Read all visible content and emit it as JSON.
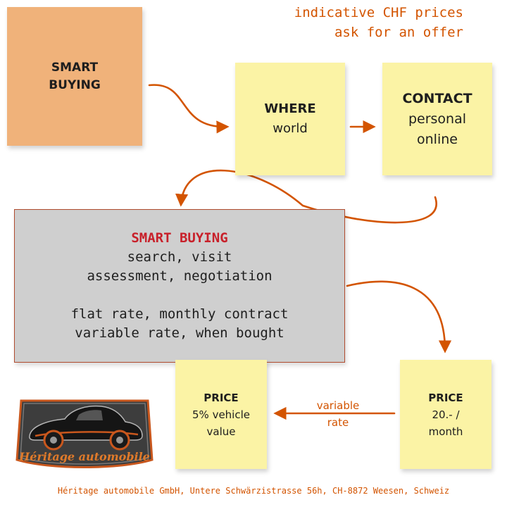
{
  "header": {
    "line1": "indicative CHF prices",
    "line2": "ask for an offer"
  },
  "nodes": {
    "smart_buying": {
      "title_line1": "SMART",
      "title_line2": "BUYING"
    },
    "where": {
      "title": "WHERE",
      "text": "world"
    },
    "contact": {
      "title": "CONTACT",
      "line1": "personal",
      "line2": "online"
    },
    "details": {
      "title": "SMART BUYING",
      "line1": "search, visit",
      "line2": "assessment, negotiation",
      "line3": "flat rate, monthly contract",
      "line4": "variable rate, when bought"
    },
    "price_monthly": {
      "title": "PRICE",
      "line1": "20.- /",
      "line2": "month"
    },
    "price_percent": {
      "title": "PRICE",
      "line1": "5% vehicle",
      "line2": "value"
    }
  },
  "edges": {
    "variable_label_line1": "variable",
    "variable_label_line2": "rate"
  },
  "logo": {
    "text": "Héritage automobile"
  },
  "footer": {
    "text": "Héritage automobile GmbH, Untere Schwärzistrasse 56h, CH-8872 Weesen, Schweiz"
  },
  "colors": {
    "accent": "#d35400",
    "highlight": "#c8202a",
    "orange_note": "#f0b27a",
    "yellow_note": "#fbf3a5",
    "grey_box": "#cfcfcf"
  }
}
